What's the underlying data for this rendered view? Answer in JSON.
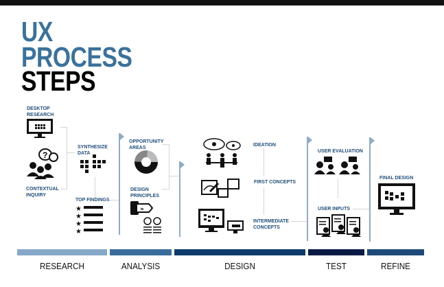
{
  "title": {
    "line1": "UX",
    "line2": "PROCESS",
    "line3": "STEPS"
  },
  "colors": {
    "title_blue": "#3a729c",
    "label_blue": "#1f4e79",
    "research": "#86a8c8",
    "analysis": "#3a6d9b",
    "design": "#0d3a6b",
    "test": "#0a1a45",
    "refine": "#1d4a78"
  },
  "steps": {
    "desktop_research": "DESKTOP\nRESEARCH",
    "contextual_inquiry": "CONTEXTUAL\nINQUIRY",
    "synthesize_data": "SYNTHESIZE\nDATA",
    "top_findings": "TOP FINDINGS",
    "opportunity_areas": "OPPORTUNITY\nAREAS",
    "design_principles": "DESIGN\nPRINCIPLES",
    "ideation": "IDEATION",
    "first_concepts": "FIRST CONCEPTS",
    "intermediate_concepts": "INTERMEDIATE\nCONCEPTS",
    "user_evaluation": "USER EVALUATION",
    "user_inputs": "USER INPUTS",
    "final_design": "FINAL DESIGN"
  },
  "phases": [
    "RESEARCH",
    "ANALYSIS",
    "DESIGN",
    "TEST",
    "REFINE"
  ]
}
